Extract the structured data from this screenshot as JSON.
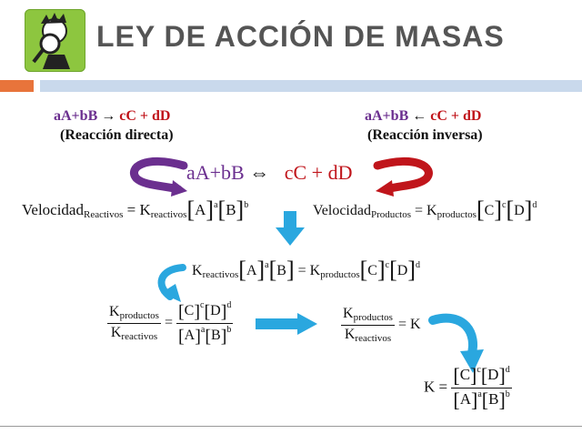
{
  "title": "LEY DE ACCIÓN DE MASAS",
  "colors": {
    "orange": "#e8743b",
    "light_blue": "#c9d9ec",
    "purple": "#6b2f8f",
    "red": "#c0151b",
    "arrow_blue": "#2aa7df"
  },
  "direct": {
    "reactants": "aA+bB",
    "arrow": "→",
    "products": "cC + dD",
    "label": "(Reacción directa)"
  },
  "inverse": {
    "reactants": "aA+bB",
    "arrow": "←",
    "products": "cC + dD",
    "label": "(Reacción inversa)"
  },
  "equilibrium": {
    "left": "aA+bB",
    "arrow": "⇔",
    "right": "cC + dD"
  },
  "rate_reactivos": {
    "v": "Velocidad",
    "sub_v": "Reactivos",
    "eq": "=",
    "k": "K",
    "sub_k": "reactivos",
    "a": "A",
    "ea": "a",
    "b": "B",
    "eb": "b"
  },
  "rate_productos": {
    "v": "Velocidad",
    "sub_v": "Productos",
    "eq": "=",
    "k": "K",
    "sub_k": "productos",
    "c": "C",
    "ec": "c",
    "d": "D",
    "ed": "d"
  },
  "equal_rates": {
    "k1": "K",
    "sub1": "reactivos",
    "a": "A",
    "ea": "a",
    "b": "B",
    "eq": "=",
    "k2": "K",
    "sub2": "productos",
    "c": "C",
    "ec": "c",
    "d": "D",
    "ed": "d"
  },
  "ratio": {
    "k": "K",
    "sub_top": "productos",
    "sub_bot": "reactivos",
    "eq": "=",
    "c": "C",
    "ec": "c",
    "d": "D",
    "ed": "d",
    "a": "A",
    "ea": "a",
    "b": "B",
    "eb": "b"
  },
  "k_def": {
    "k": "K",
    "sub_top": "productos",
    "sub_bot": "reactivos",
    "eq": "= K"
  },
  "final": {
    "k": "K",
    "eq": "=",
    "c": "C",
    "ec": "c",
    "d": "D",
    "ed": "d",
    "a": "A",
    "ea": "a",
    "b": "B",
    "eb": "b"
  }
}
